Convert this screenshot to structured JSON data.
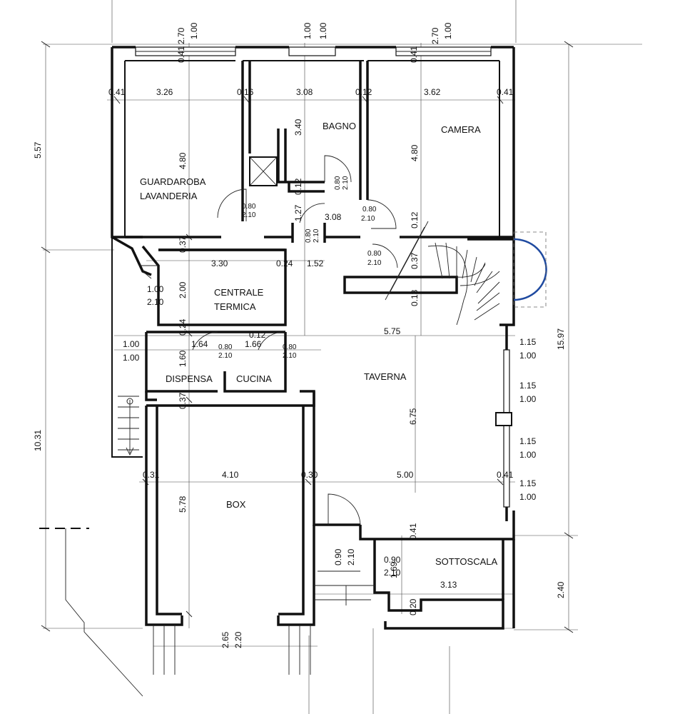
{
  "rooms": {
    "guardaroba_line1": "GUARDAROBA",
    "guardaroba_line2": "LAVANDERIA",
    "bagno": "BAGNO",
    "camera": "CAMERA",
    "centrale_line1": "CENTRALE",
    "centrale_line2": "TERMICA",
    "dispensa": "DISPENSA",
    "cucina": "CUCINA",
    "taverna": "TAVERNA",
    "box": "BOX",
    "sottoscala": "SOTTOSCALA"
  },
  "dims": {
    "top_w1a": "2.70",
    "top_w1b": "1.00",
    "top_w2a": "1.00",
    "top_w2b": "1.00",
    "top_w3a": "2.70",
    "top_w3b": "1.00",
    "t_041a": "0.41",
    "t_041b": "0.41",
    "r1_a": "0.41",
    "r1_b": "3.26",
    "r1_c": "0.16",
    "r1_d": "3.08",
    "r1_e": "0.12",
    "r1_f": "3.62",
    "r1_g": "0.41",
    "v_480a": "4.80",
    "v_340": "3.40",
    "v_480b": "4.80",
    "v_012a": "0.12",
    "v_127": "1.27",
    "v_012b": "0.12",
    "d_bagno_a": "0.80",
    "d_bagno_b": "2.10",
    "d_guard_a": "0.80",
    "d_guard_b": "2.10",
    "d_corr_a": "0.80",
    "d_corr_b": "2.10",
    "d_cam_a": "0.80",
    "d_cam_b": "2.10",
    "h_308": "3.08",
    "v_037a": "0.37",
    "h_330": "3.30",
    "h_024": "0.24",
    "h_152": "1.52",
    "d_stair_a": "0.80",
    "d_stair_b": "2.10",
    "v_037b": "0.37",
    "v_013": "0.13",
    "w_ct_a": "1.00",
    "w_ct_b": "2.10",
    "v_200": "2.00",
    "v_024": "0.24",
    "h_012": "0.12",
    "h_575": "5.75",
    "w_left_a": "1.00",
    "w_left_b": "1.00",
    "h_164": "1.64",
    "h_166": "1.66",
    "d_disp_a": "0.80",
    "d_disp_b": "2.10",
    "d_cuc_a": "0.80",
    "d_cuc_b": "2.10",
    "v_160": "1.60",
    "v_037c": "0.37",
    "v_675": "6.75",
    "rw1_a": "1.15",
    "rw1_b": "1.00",
    "rw2_a": "1.15",
    "rw2_b": "1.00",
    "rw3_a": "1.15",
    "rw3_b": "1.00",
    "rw4_a": "1.15",
    "rw4_b": "1.00",
    "h_031": "0.31",
    "h_410": "4.10",
    "h_030": "0.30",
    "h_500": "5.00",
    "h_041": "0.41",
    "v_578": "5.78",
    "v_041": "0.41",
    "d_box_a": "0.90",
    "d_box_b": "2.10",
    "d_sott_a": "0.90",
    "d_sott_b": "2.10",
    "v_169": "1.69",
    "h_313": "3.13",
    "v_020": "0.20",
    "v_265": "2.65",
    "v_220": "2.20",
    "ext_557": "5.57",
    "ext_1031": "10.31",
    "ext_1597": "15.97",
    "ext_240": "2.40"
  }
}
